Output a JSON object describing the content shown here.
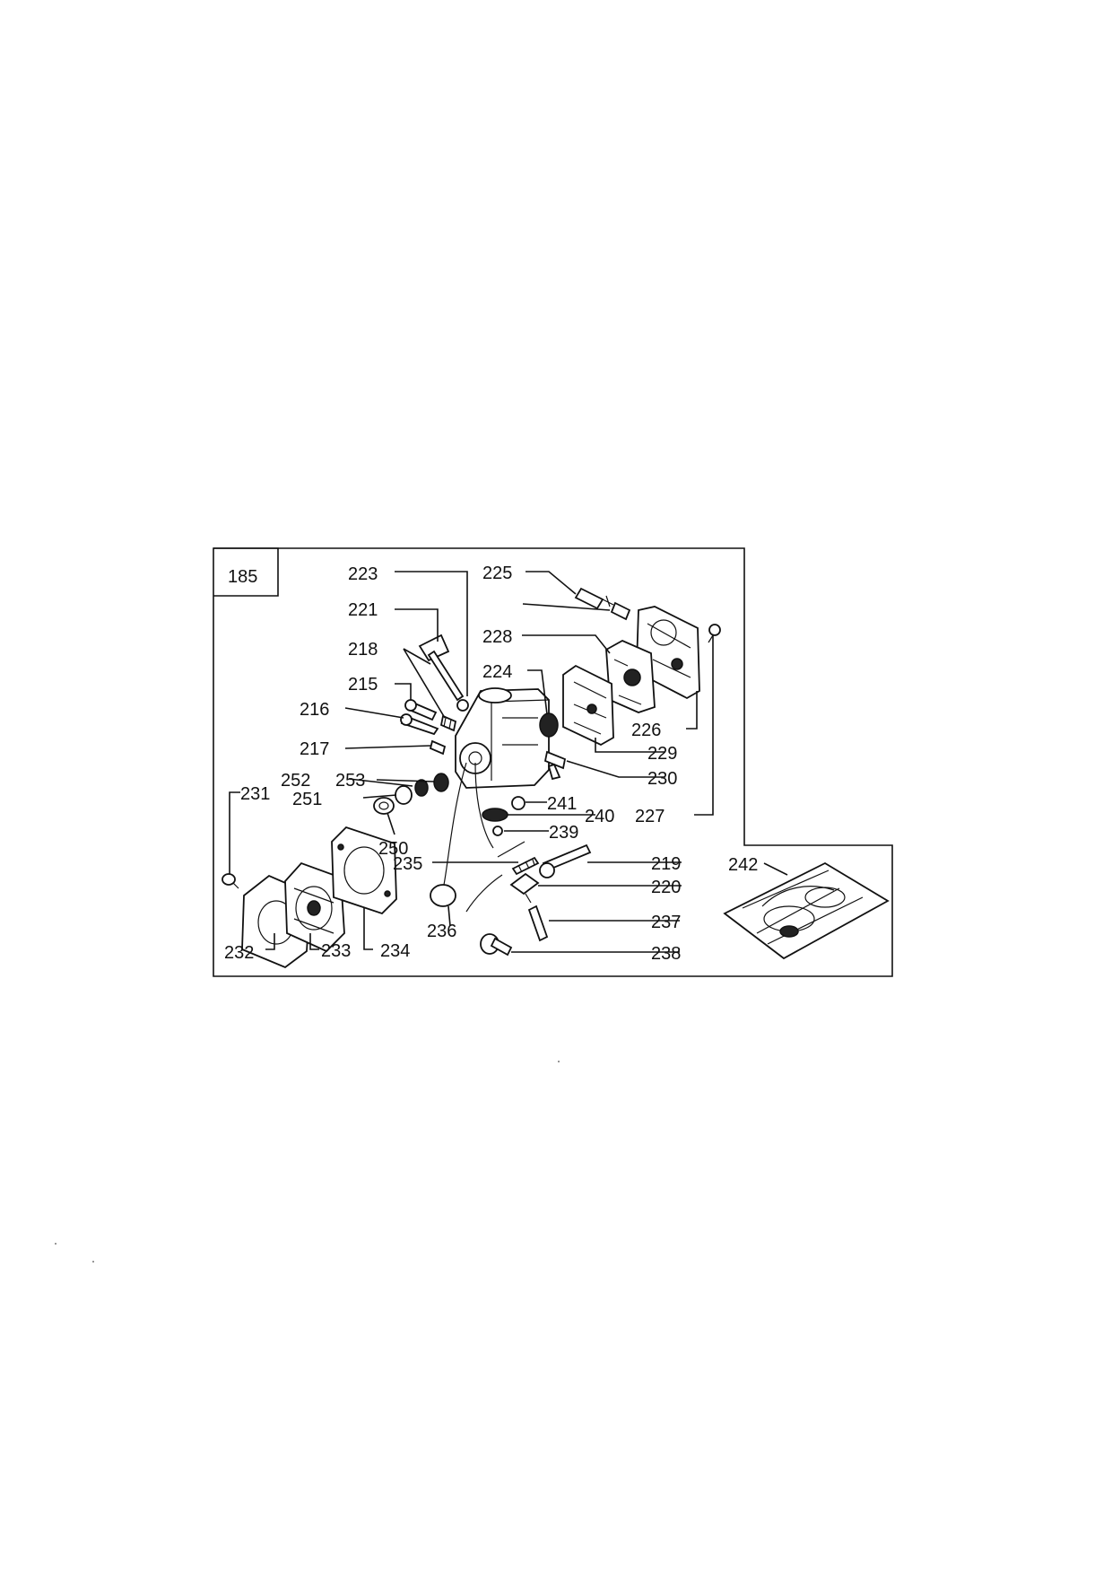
{
  "figure_number": "185",
  "labels": {
    "p215": "215",
    "p216": "216",
    "p217": "217",
    "p218": "218",
    "p219": "219",
    "p220": "220",
    "p221": "221",
    "p223": "223",
    "p224": "224",
    "p225": "225",
    "p226": "226",
    "p227": "227",
    "p228": "228",
    "p229": "229",
    "p230": "230",
    "p231": "231",
    "p232": "232",
    "p233": "233",
    "p234": "234",
    "p235": "235",
    "p236": "236",
    "p237": "237",
    "p238": "238",
    "p239": "239",
    "p240": "240",
    "p241": "241",
    "p242": "242",
    "p250": "250",
    "p251": "251",
    "p252": "252",
    "p253": "253"
  }
}
